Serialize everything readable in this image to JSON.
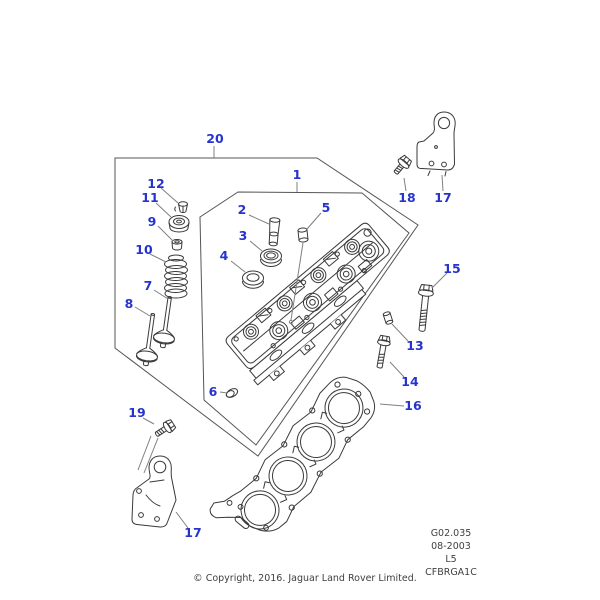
{
  "page": {
    "background": "#ffffff"
  },
  "colors": {
    "callout_blue": "#2633cc",
    "line_art": "#3a3a3a",
    "leader_gray": "#808080",
    "footer_text": "#3f3f3f"
  },
  "diagram": {
    "callouts": [
      {
        "label": "20"
      },
      {
        "label": "1"
      },
      {
        "label": "2"
      },
      {
        "label": "3"
      },
      {
        "label": "4"
      },
      {
        "label": "5"
      },
      {
        "label": "6"
      },
      {
        "label": "7"
      },
      {
        "label": "8"
      },
      {
        "label": "9"
      },
      {
        "label": "10"
      },
      {
        "label": "11"
      },
      {
        "label": "12"
      },
      {
        "label": "13"
      },
      {
        "label": "14"
      },
      {
        "label": "15"
      },
      {
        "label": "16"
      },
      {
        "label": "17"
      },
      {
        "label": "18"
      },
      {
        "label": "19"
      },
      {
        "label": "17"
      }
    ]
  },
  "footer": {
    "figure_info": {
      "line1": "G02.035",
      "line2": "08-2003",
      "line3": "L5",
      "line4": "CFBRGA1C"
    },
    "copyright": "© Copyright, 2016. Jaguar Land Rover Limited."
  }
}
